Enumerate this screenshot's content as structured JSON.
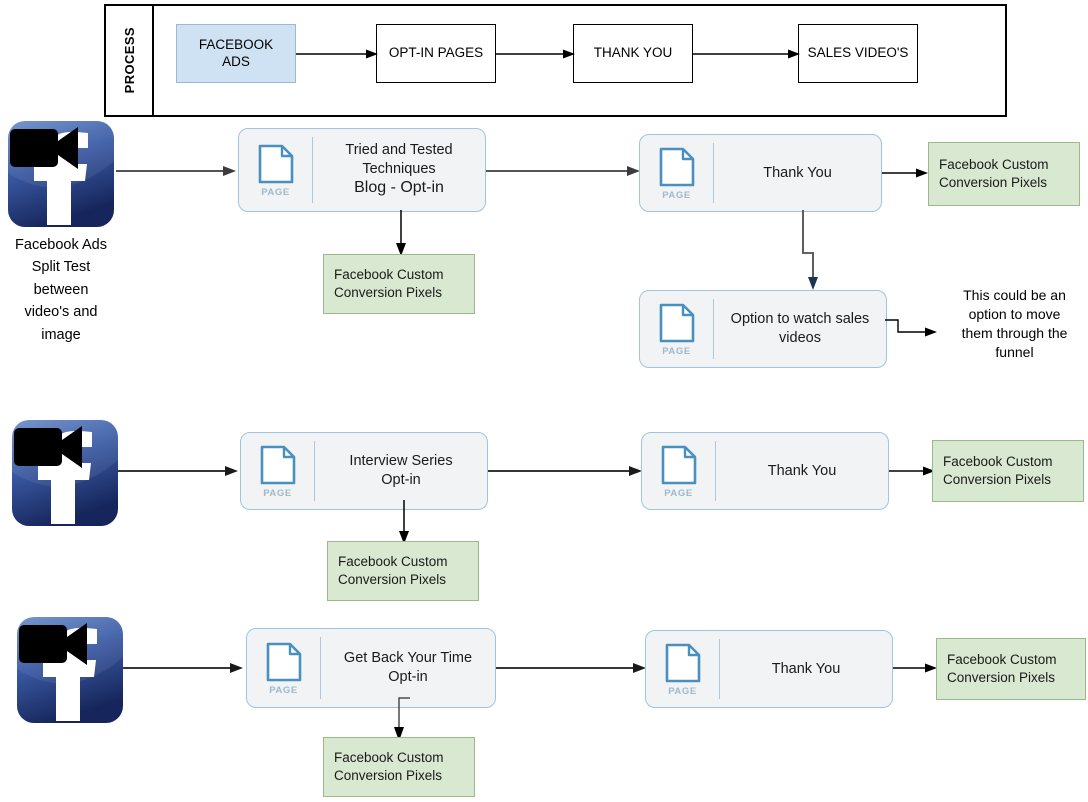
{
  "diagram": {
    "title": "Facebook Ads Funnel Process Flow",
    "colors": {
      "fb_ads_box_fill": "#cfe2f3",
      "page_box_fill": "#f2f3f4",
      "page_box_border": "#9ec5e0",
      "green_box_fill": "#d9e8d0",
      "green_box_border": "#9cb98a",
      "connector": "#4d4d4d",
      "text": "#000000"
    }
  },
  "swimlane": {
    "label": "PROCESS",
    "steps": [
      {
        "label": "FACEBOOK ADS",
        "kind": "highlighted"
      },
      {
        "label": "OPT-IN PAGES",
        "kind": "plain"
      },
      {
        "label": "THANK YOU",
        "kind": "plain"
      },
      {
        "label": "SALES VIDEO'S",
        "kind": "plain"
      }
    ]
  },
  "icons": {
    "page": "page-document-icon",
    "page_caption": "PAGE",
    "facebook": "facebook-logo-icon",
    "video_camera": "video-camera-icon",
    "arrow": "arrow-right-icon"
  },
  "rows": [
    {
      "id": "row-1",
      "source": {
        "icon": "facebook-logo-icon",
        "caption_lines": [
          "Facebook Ads",
          "Split Test",
          "between",
          "video's and",
          "image"
        ]
      },
      "optin_page": {
        "icon_label": "PAGE",
        "title_lines": [
          "Tried and Tested",
          "Techniques",
          "Blog - Opt-in"
        ]
      },
      "optin_pixels": {
        "lines": [
          "Facebook Custom",
          "Conversion Pixels"
        ]
      },
      "thankyou_page": {
        "icon_label": "PAGE",
        "title_lines": [
          "Thank You"
        ]
      },
      "thankyou_pixels": {
        "lines": [
          "Facebook Custom",
          "Conversion Pixels"
        ]
      },
      "branch_page": {
        "icon_label": "PAGE",
        "title_lines": [
          "Option to watch sales",
          "videos"
        ]
      },
      "branch_note": {
        "lines": [
          "This could be an",
          "option to move",
          "them through the",
          "funnel"
        ]
      }
    },
    {
      "id": "row-2",
      "source": {
        "icon": "facebook-logo-icon",
        "caption_lines": []
      },
      "optin_page": {
        "icon_label": "PAGE",
        "title_lines": [
          "Interview Series",
          "Opt-in"
        ]
      },
      "optin_pixels": {
        "lines": [
          "Facebook Custom",
          "Conversion Pixels"
        ]
      },
      "thankyou_page": {
        "icon_label": "PAGE",
        "title_lines": [
          "Thank You"
        ]
      },
      "thankyou_pixels": {
        "lines": [
          "Facebook Custom",
          "Conversion Pixels"
        ]
      }
    },
    {
      "id": "row-3",
      "source": {
        "icon": "facebook-logo-icon",
        "caption_lines": []
      },
      "optin_page": {
        "icon_label": "PAGE",
        "title_lines": [
          "Get Back Your Time",
          "Opt-in"
        ]
      },
      "optin_pixels": {
        "lines": [
          "Facebook Custom",
          "Conversion Pixels"
        ]
      },
      "thankyou_page": {
        "icon_label": "PAGE",
        "title_lines": [
          "Thank You"
        ]
      },
      "thankyou_pixels": {
        "lines": [
          "Facebook Custom",
          "Conversion Pixels"
        ]
      }
    }
  ],
  "text": {
    "swimlane_label": "PROCESS",
    "step_fb_ads_l1": "FACEBOOK",
    "step_fb_ads_l2": "ADS",
    "step_optin": "OPT-IN PAGES",
    "step_thankyou": "THANK YOU",
    "step_sales": "SALES VIDEO'S",
    "page_caption": "PAGE",
    "r1_caption_l1": "Facebook Ads",
    "r1_caption_l2": "Split Test",
    "r1_caption_l3": "between",
    "r1_caption_l4": "video's and",
    "r1_caption_l5": "image",
    "r1_optin_l1": "Tried and Tested",
    "r1_optin_l2": "Techniques",
    "r1_optin_l3": "Blog - Opt-in",
    "r1_thankyou": "Thank You",
    "r1_branch_l1": "Option to watch sales",
    "r1_branch_l2": "videos",
    "r1_note_l1": "This could be an",
    "r1_note_l2": "option to move",
    "r1_note_l3": "them through the",
    "r1_note_l4": "funnel",
    "r2_optin_l1": "Interview Series",
    "r2_optin_l2": "Opt-in",
    "r2_thankyou": "Thank You",
    "r3_optin_l1": "Get Back Your Time",
    "r3_optin_l2": "Opt-in",
    "r3_thankyou": "Thank You",
    "pixels_l1": "Facebook Custom",
    "pixels_l2": "Conversion Pixels"
  }
}
